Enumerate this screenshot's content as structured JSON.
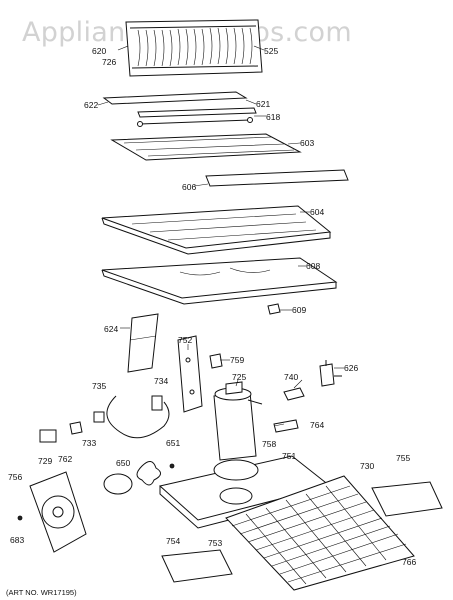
{
  "watermark": "AppliancePartsPros.com",
  "art_no": "(ART NO. WR17195)",
  "labels": [
    "620",
    "726",
    "525",
    "622",
    "621",
    "618",
    "603",
    "606",
    "604",
    "608",
    "609",
    "624",
    "752",
    "759",
    "725",
    "740",
    "626",
    "735",
    "734",
    "733",
    "729",
    "651",
    "650",
    "758",
    "751",
    "764",
    "730",
    "755",
    "756",
    "762",
    "683",
    "754",
    "753",
    "766"
  ]
}
